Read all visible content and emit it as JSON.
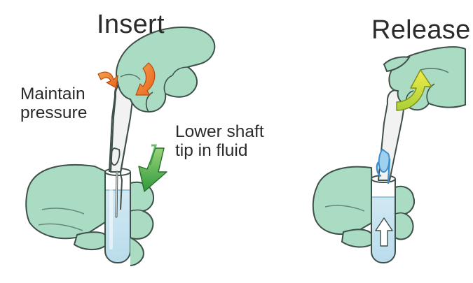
{
  "panels": {
    "insert": {
      "title": "Insert",
      "annotations": {
        "pressure": [
          "Maintain",
          "pressure"
        ],
        "lower": [
          "Lower shaft",
          "tip in fluid"
        ]
      }
    },
    "release": {
      "title": "Release"
    }
  },
  "colors": {
    "glove": "#a9dcc2",
    "glove_outline": "#3f4f49",
    "glove_shade": "#86c7a8",
    "fluid": "#cfe7f1",
    "swab": "#f2f2f2",
    "arrow_orange": "#f07c2a",
    "arrow_green": "#4bb046",
    "arrow_yellow": "#d9e43a",
    "arrow_up_white": "#ffffff",
    "swab_blue": "#3e8fd0"
  },
  "icons": [
    "gloved-hand",
    "test-tube",
    "swab",
    "squeeze-arrow",
    "down-arrow",
    "lift-arrow",
    "up-arrow"
  ]
}
